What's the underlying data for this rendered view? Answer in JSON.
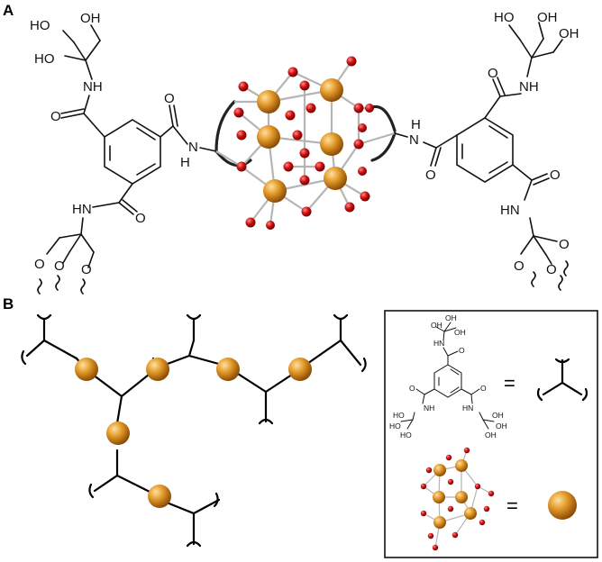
{
  "panels": {
    "a": "A",
    "b": "B"
  },
  "equals": "=",
  "labels": {
    "ho": "HO",
    "oh": "OH",
    "nh": "NH",
    "hn": "HN",
    "n": "N",
    "h": "H",
    "o": "O"
  },
  "colors": {
    "metal_atom": "#d4891a",
    "oxygen_atom": "#c80a0a",
    "bond_line": "#111111"
  }
}
